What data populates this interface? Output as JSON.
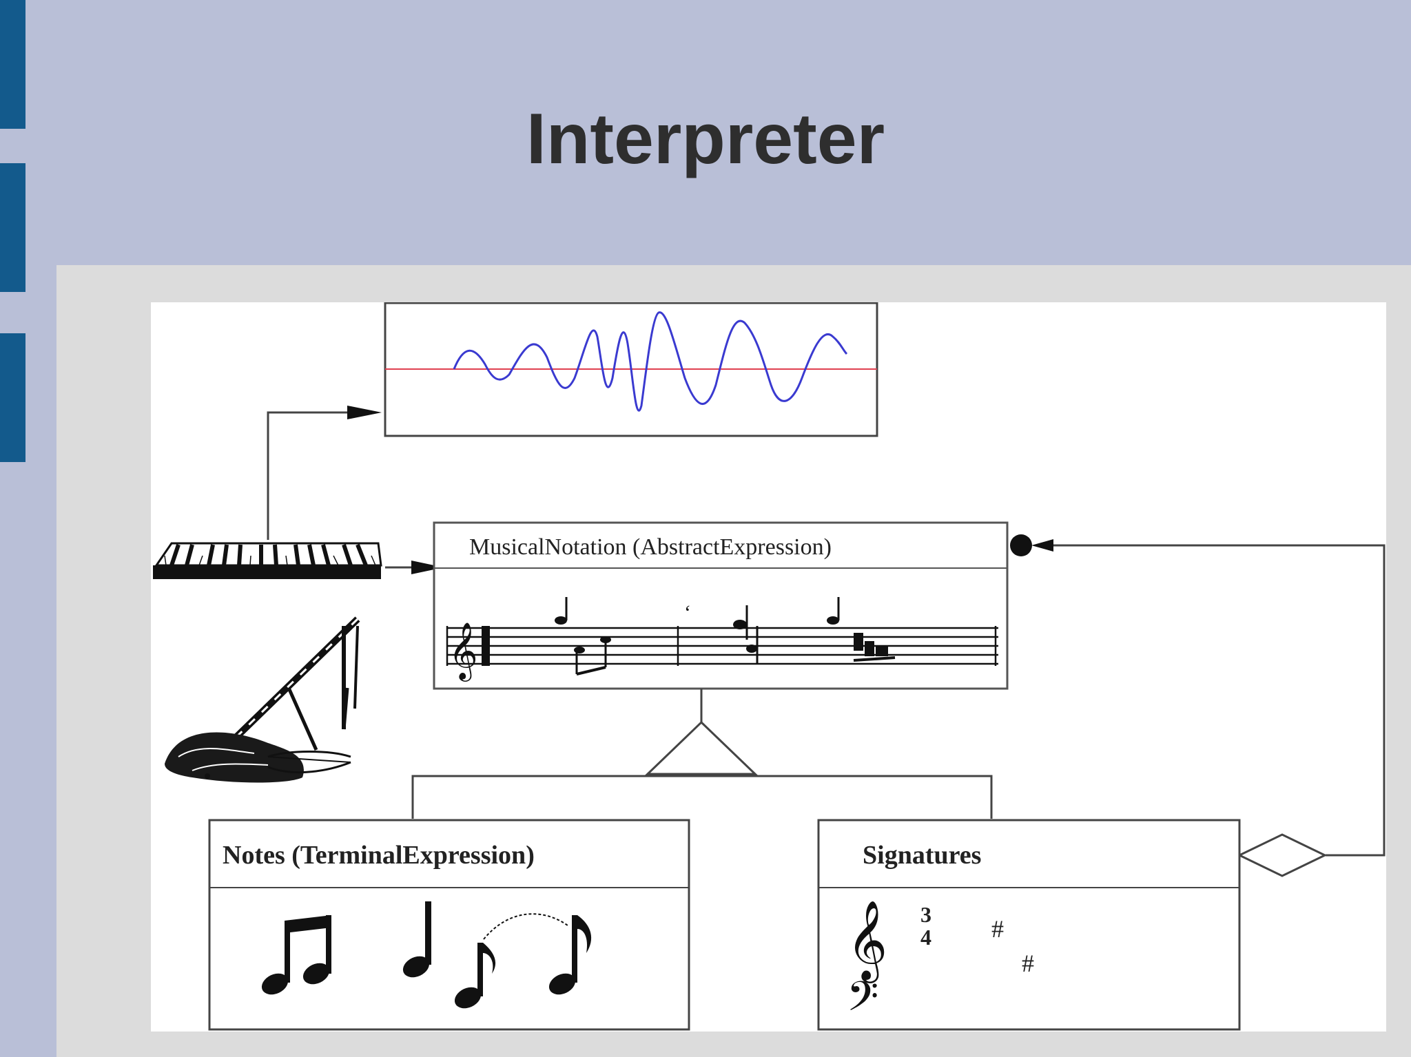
{
  "slide": {
    "title": "Interpreter",
    "colors": {
      "background": "#b9bfd7",
      "accent_strip": "#135a8c",
      "panel": "#dcdcdc",
      "wave": "#3a3ad0",
      "baseline": "#e04050"
    }
  },
  "diagram": {
    "abstract_class": {
      "label": "MusicalNotation (AbstractExpression)"
    },
    "terminal_class": {
      "label": "Notes (TerminalExpression)"
    },
    "signatures_class": {
      "label": "Signatures",
      "time_top": "3",
      "time_bottom": "4",
      "sharp": "#"
    },
    "icons": [
      "waveform-icon",
      "piano-keyboard-icon",
      "bagpipe-icon",
      "treble-clef-icon",
      "bass-clef-icon",
      "music-notes-icon"
    ]
  }
}
